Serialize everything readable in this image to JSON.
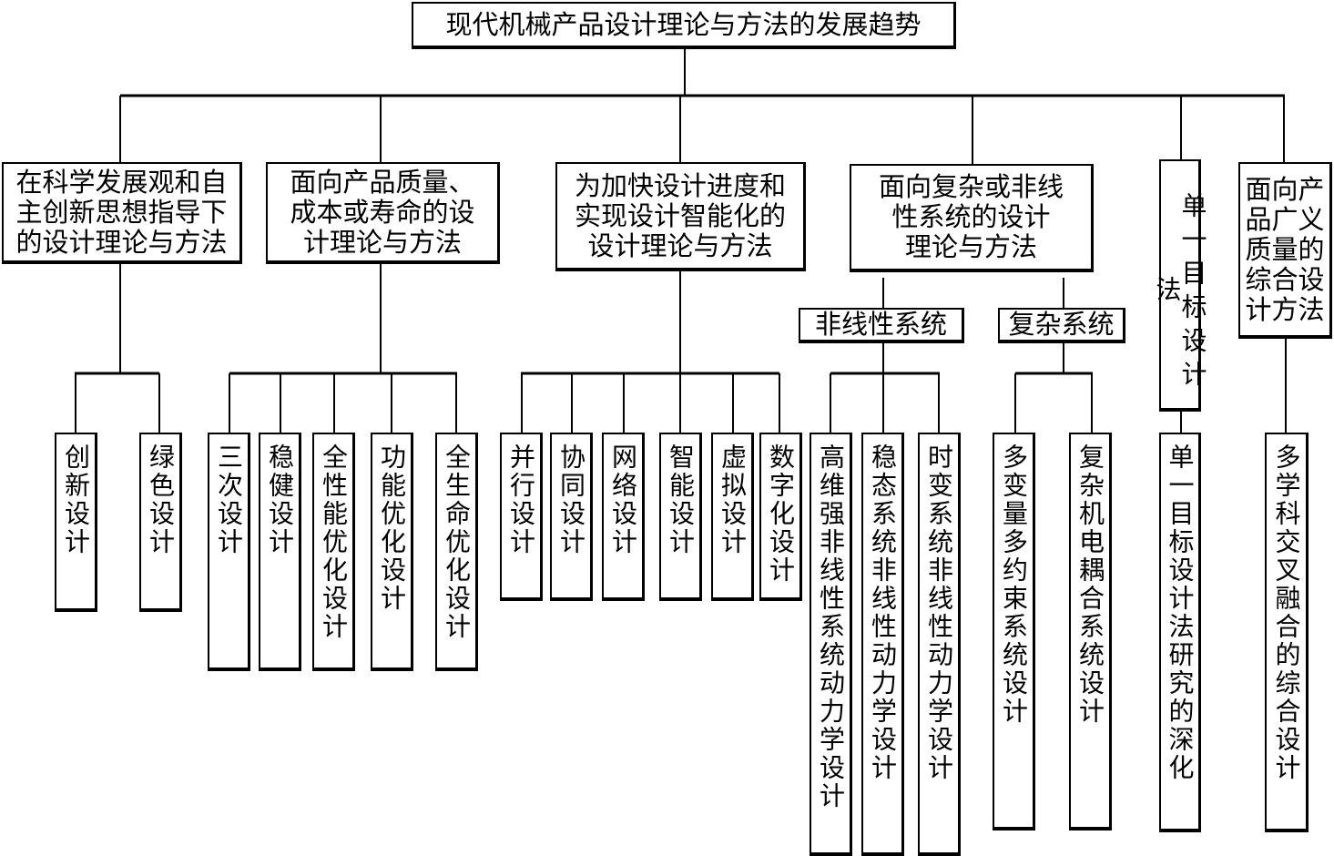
{
  "root": {
    "title": "现代机械产品设计理论与方法的发展趋势"
  },
  "categories": [
    {
      "lines": [
        "在科学发展观和自",
        "主创新思想指导下",
        "的设计理论与方法"
      ]
    },
    {
      "lines": [
        "面向产品质量、",
        "成本或寿命的设",
        "计理论与方法"
      ]
    },
    {
      "lines": [
        "为加快设计进度和",
        "实现设计智能化的",
        "设计理论与方法"
      ]
    },
    {
      "lines": [
        "面向复杂或非线",
        "性系统的设计",
        "理论与方法"
      ]
    },
    {
      "label": "单一目标设计法"
    },
    {
      "lines": [
        "面向产",
        "品广义",
        "质量的",
        "综合设",
        "计方法"
      ]
    }
  ],
  "subcategories": {
    "nonlinear": "非线性系统",
    "complex": "复杂系统"
  },
  "leaves": {
    "a": [
      "创新设计",
      "绿色设计"
    ],
    "b": [
      "三次设计",
      "稳健设计",
      "全性能优化设计",
      "功能优化设计",
      "全生命优化设计"
    ],
    "c": [
      "并行设计",
      "协同设计",
      "网络设计",
      "智能设计",
      "虚拟设计",
      "数字化设计"
    ],
    "nonlinear": [
      "高维强非线性系统动力学设计",
      "稳态系统非线性动力学设计",
      "时变系统非线性动力学设计"
    ],
    "complex": [
      "多变量多约束系统设计",
      "复杂机电耦合系统设计"
    ],
    "e": [
      "单一目标设计法研究的深化"
    ],
    "f": [
      "多学科交叉融合的综合设计"
    ]
  }
}
